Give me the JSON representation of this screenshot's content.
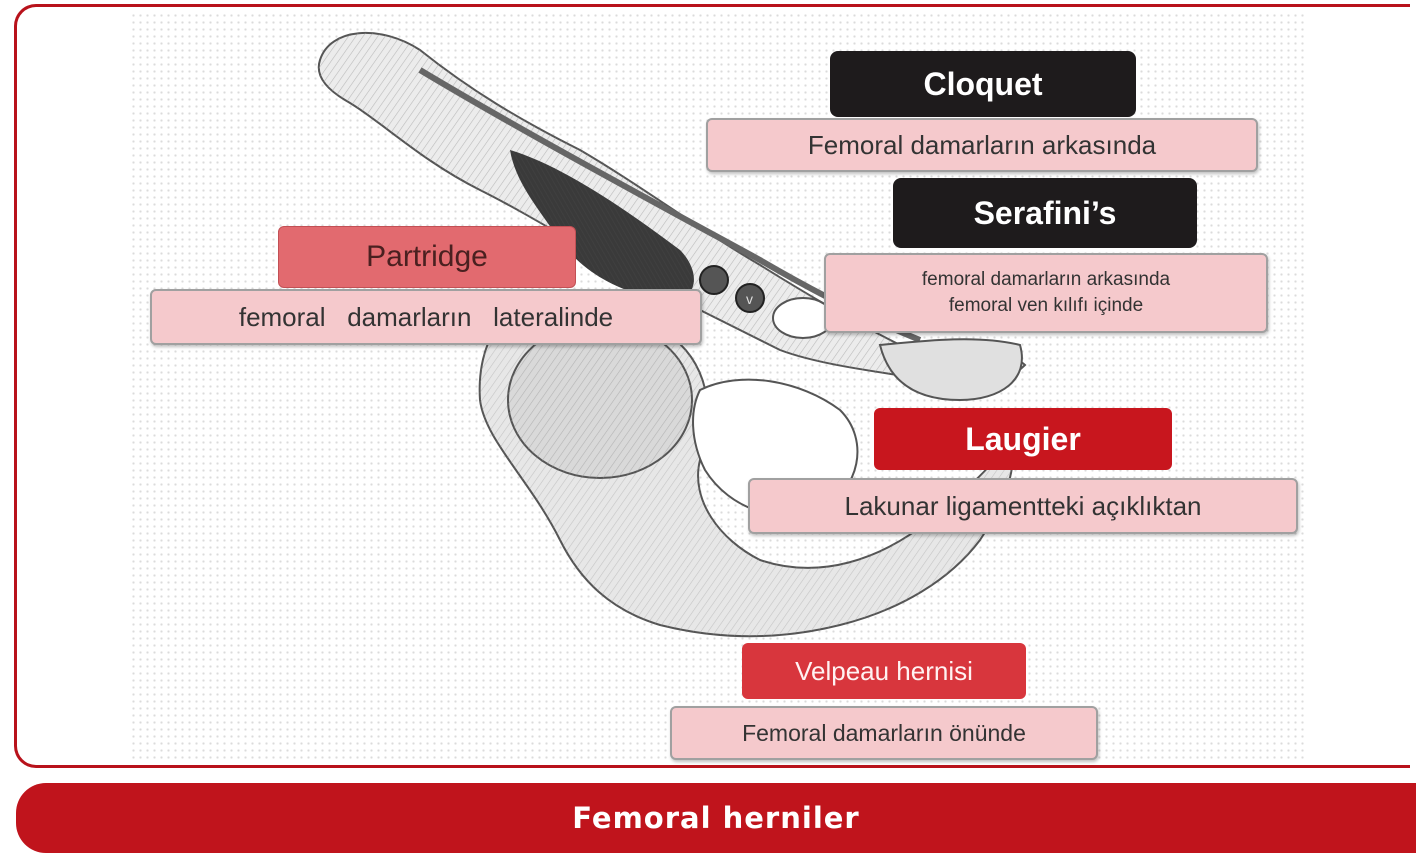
{
  "labels": {
    "cloquet_title": "Cloquet",
    "cloquet_desc": "Femoral damarların arkasında",
    "serafini_title": "Serafini’s",
    "serafini_desc_line1": "femoral damarların arkasında",
    "serafini_desc_line2": "femoral ven kılıfı içinde",
    "partridge_title": "Partridge",
    "partridge_desc": "femoral   damarların   lateralinde",
    "laugier_title": "Laugier",
    "laugier_desc": "Lakunar ligamentteki açıklıktan",
    "velpeau_title": "Velpeau hernisi",
    "velpeau_desc": "Femoral damarların önünde"
  },
  "footer": {
    "title": "Femoral herniler"
  },
  "colors": {
    "accent_red": "#c0141c",
    "label_black": "#1e1b1c",
    "label_pink": "#f5c9cc",
    "label_salmon": "#e26a6f"
  }
}
